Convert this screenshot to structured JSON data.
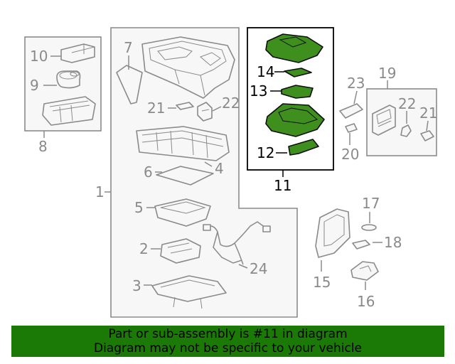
{
  "callouts": {
    "c1": "1",
    "c2": "2",
    "c3": "3",
    "c4": "4",
    "c5": "5",
    "c6": "6",
    "c7": "7",
    "c8": "8",
    "c9": "9",
    "c10": "10",
    "c11": "11",
    "c12": "12",
    "c13": "13",
    "c14": "14",
    "c15": "15",
    "c16": "16",
    "c17": "17",
    "c18": "18",
    "c19": "19",
    "c20": "20",
    "c21a": "21",
    "c21b": "21",
    "c22a": "22",
    "c22b": "22",
    "c23": "23",
    "c24": "24"
  },
  "banner": {
    "line1": "Part or sub-assembly is #11 in diagram",
    "line2": "Diagram may not be specific to your vehicle"
  },
  "colors": {
    "highlight_part": "#3f8f1f",
    "banner": "#1b7a06",
    "outline": "#8a8a8a"
  }
}
